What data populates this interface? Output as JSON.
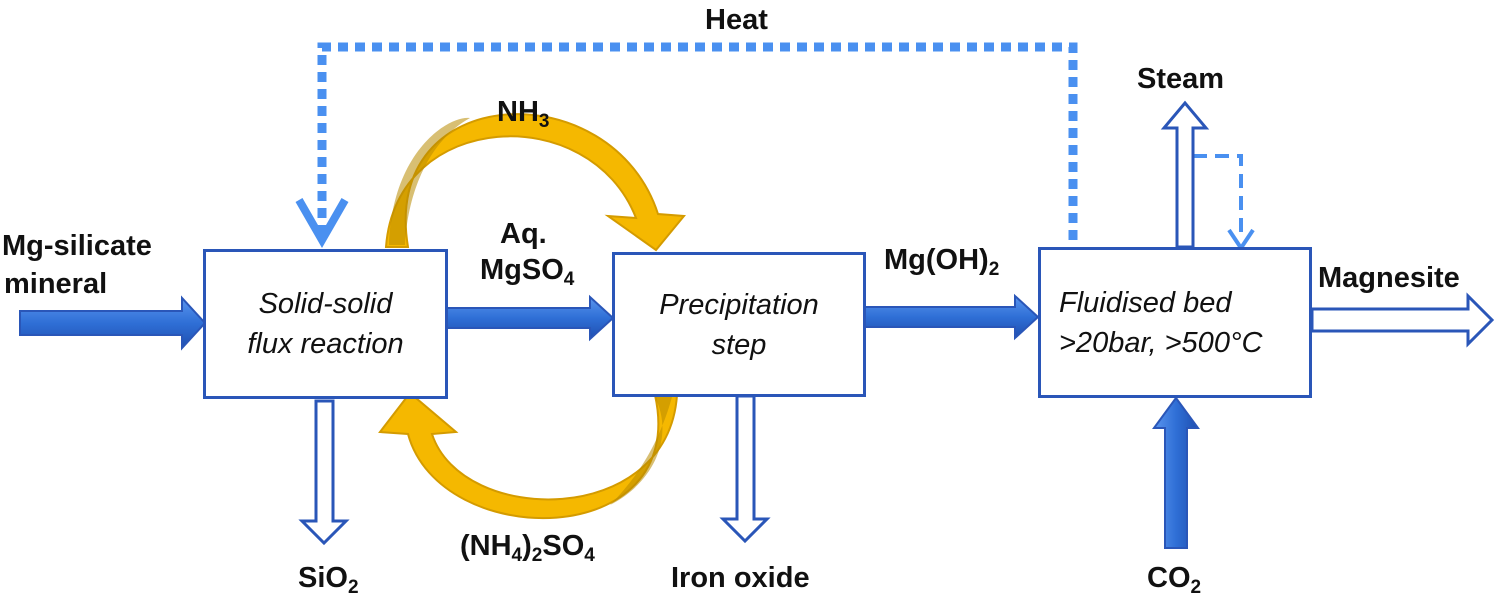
{
  "inputs": {
    "mineral_line1": "Mg-silicate",
    "mineral_line2": "mineral",
    "co2": "CO",
    "co2_sub": "2"
  },
  "process_steps": {
    "reaction": {
      "line1": "Solid-solid",
      "line2": "flux reaction"
    },
    "precipitation": {
      "line1": "Precipitation",
      "line2": "step"
    },
    "fluidised_bed": {
      "line1": "Fluidised bed",
      "line2": ">20bar, >500°C"
    }
  },
  "flows": {
    "heat": "Heat",
    "nh3": "NH",
    "nh3_sub": "3",
    "aq": "Aq.",
    "mgso4": "MgSO",
    "mgso4_sub": "4",
    "mgoh2": "Mg(OH)",
    "mgoh2_sub": "2",
    "nh4so4_a": "(NH",
    "nh4so4_sub1": "4",
    "nh4so4_b": ")",
    "nh4so4_sub2": "2",
    "nh4so4_c": "SO",
    "nh4so4_sub3": "4"
  },
  "outputs": {
    "sio2": "SiO",
    "sio2_sub": "2",
    "iron_oxide": "Iron oxide",
    "steam": "Steam",
    "magnesite": "Magnesite"
  },
  "colors": {
    "box_border": "#2a56b8",
    "solid_arrow": "#2f6fd6",
    "heat_dotted": "#4a90f0",
    "recycle_arrow": "#f5b800"
  }
}
